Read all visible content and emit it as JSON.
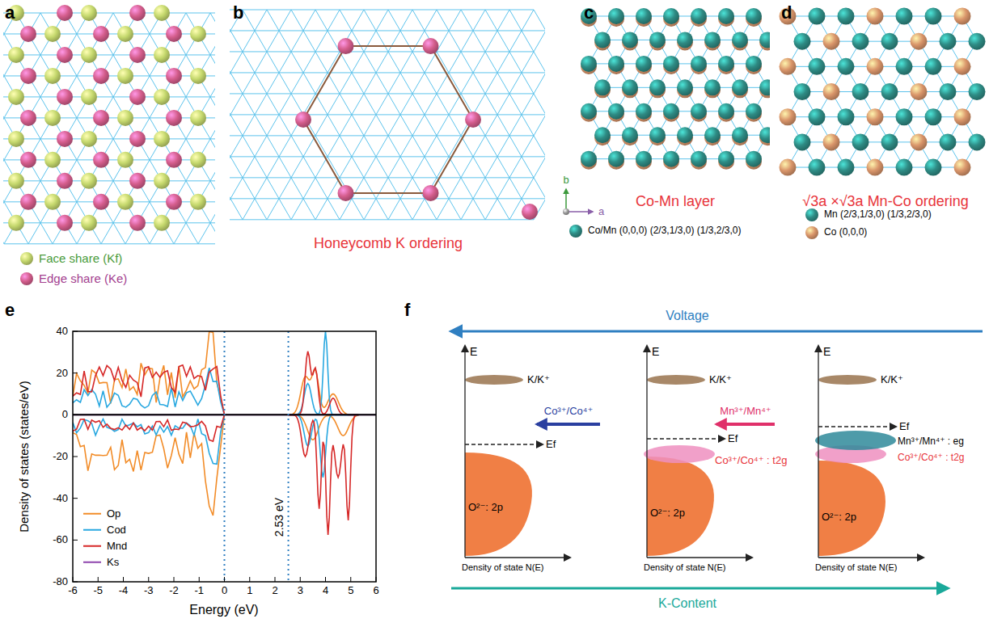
{
  "diagram": {
    "labels": [
      "a",
      "b",
      "Honeycomb K ordering",
      "c",
      "b",
      "a",
      "Co-Mn layer",
      "d",
      "√3a ×√3a Mn-Co ordering",
      "e",
      "40",
      "20",
      "0",
      "-20",
      "-40",
      "-60",
      "-80",
      "-6",
      "-5",
      "-4",
      "-3",
      "-2",
      "-1",
      "0",
      "1",
      "2",
      "3",
      "4",
      "5",
      "6",
      "Density of states (states/eV)",
      "Energy (eV)",
      "2.53 eV",
      "f",
      "Voltage",
      "K-Content",
      "E",
      "K/K⁺",
      "O²⁻: 2p",
      "Ef",
      "Density of state N(E)",
      "Co³⁺/Co⁴⁺",
      "E",
      "K/K⁺",
      "O²⁻: 2p",
      "Ef",
      "Co³⁺/Co⁴⁺ : t2g",
      "Density of state N(E)",
      "Mn³⁺/Mn⁴⁺",
      "E",
      "K/K⁺",
      "O²⁻: 2p",
      "Ef",
      "Mn³⁺/Mn⁴⁺ : eg",
      "Co³⁺/Co⁴⁺ : t2g",
      "Density of state N(E)"
    ],
    "legend": [
      {
        "text": "Face share (Kf)",
        "color": "#c5d86d"
      },
      {
        "text": "Edge share (Ke)",
        "color": "#d45d8c"
      },
      {
        "text": "Co/Mn (0,0,0) (2/3,1/3,0) (1/3,2/3,0)",
        "color": "#2e8b84"
      },
      {
        "text": "Mn (2/3,1/3,0) (1/3,2/3,0)",
        "color": "#2e8b84"
      },
      {
        "text": "Co (0,0,0)",
        "color": "#d9956a"
      },
      {
        "text": "Op"
      },
      {
        "text": "Cod"
      },
      {
        "text": "Mnd"
      },
      {
        "text": "Ks"
      }
    ]
  }
}
